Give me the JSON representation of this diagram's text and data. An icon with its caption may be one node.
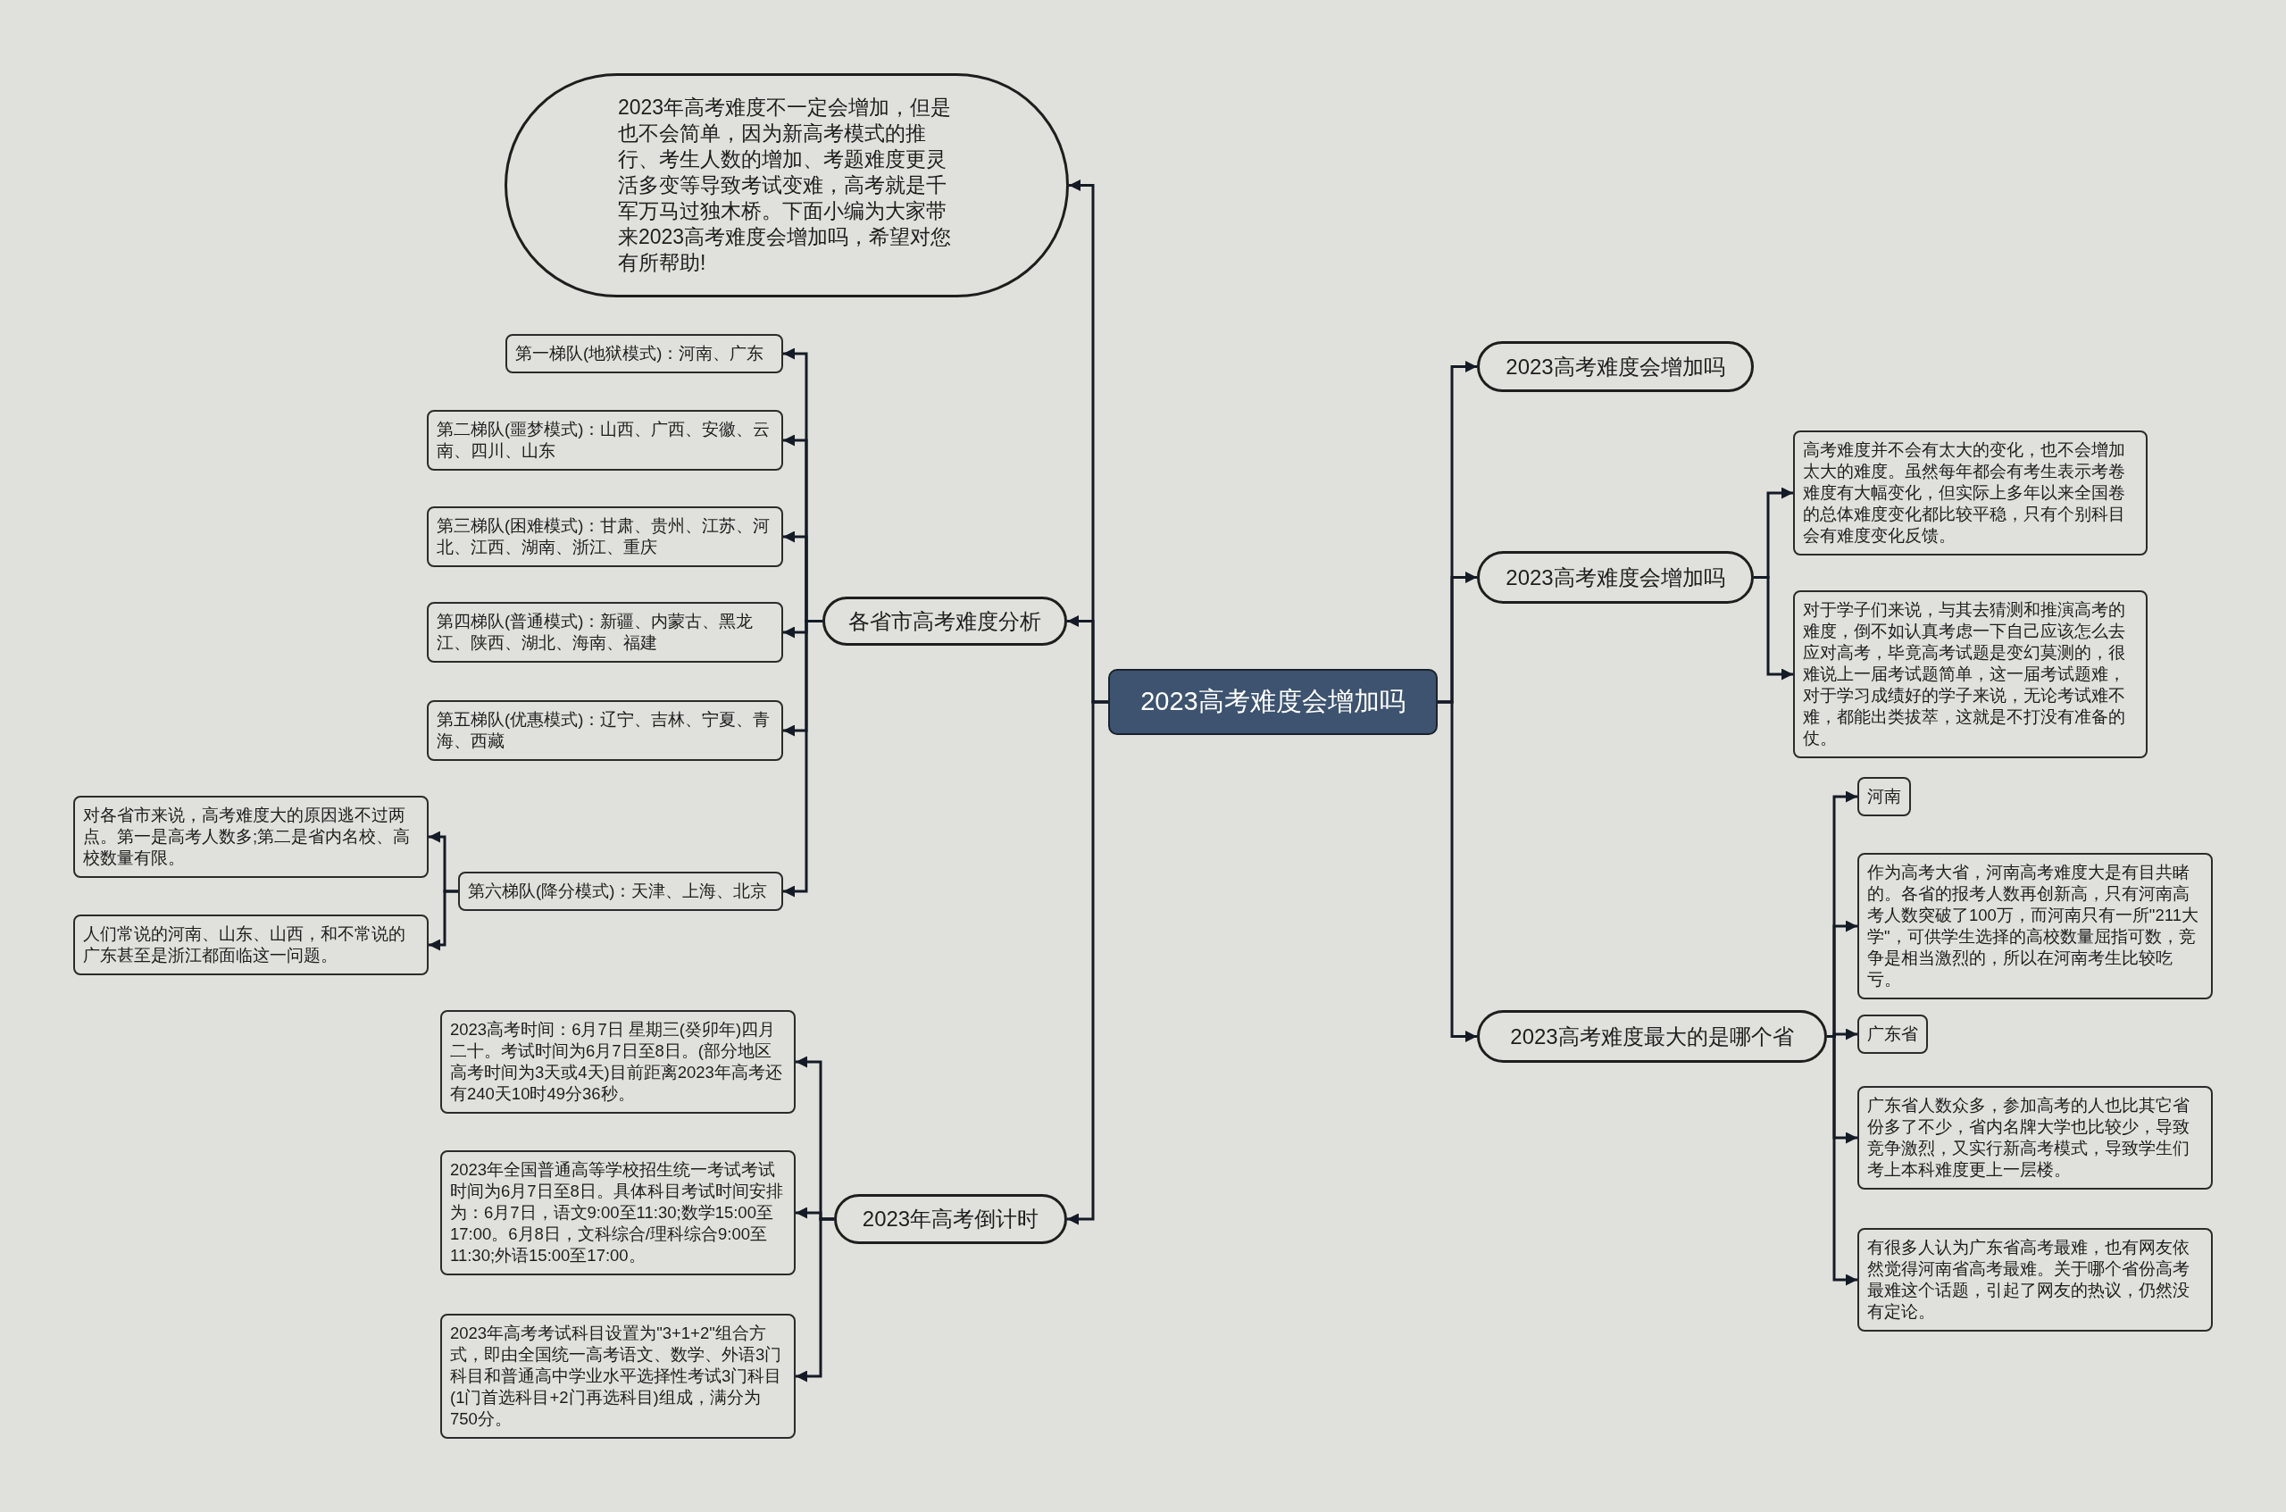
{
  "diagram": {
    "nodes": [
      {
        "text": [
          "2023高考难度会增加吗"
        ]
      },
      {
        "text": [
          "2023年高考难度不一定会增加，但是也不会简单，因为新高考模式的推行、考生人数的增加、考题难度更灵活多变等导致考试变难，高考就是千军万马过独木桥。下面小编为大家带来2023高考难度会增加吗，希望对您有所帮助!"
        ]
      },
      {
        "text": [
          "各省市高考难度分析"
        ]
      },
      {
        "text": [
          "第一梯队(地狱模式)：河南、广东"
        ]
      },
      {
        "text": [
          "第二梯队(噩梦模式)：山西、广西、安徽、云南、四川、山东"
        ]
      },
      {
        "text": [
          "第三梯队(困难模式)：甘肃、贵州、江苏、河北、江西、湖南、浙江、重庆"
        ]
      },
      {
        "text": [
          "第四梯队(普通模式)：新疆、内蒙古、黑龙江、陕西、湖北、海南、福建"
        ]
      },
      {
        "text": [
          "第五梯队(优惠模式)：辽宁、吉林、宁夏、青海、西藏"
        ]
      },
      {
        "text": [
          "第六梯队(降分模式)：天津、上海、北京"
        ]
      },
      {
        "text": [
          "对各省市来说，高考难度大的原因逃不过两点。第一是高考人数多;第二是省内名校、高校数量有限。"
        ]
      },
      {
        "text": [
          "人们常说的河南、山东、山西，和不常说的广东甚至是浙江都面临这一问题。"
        ]
      },
      {
        "text": [
          "2023年高考倒计时"
        ]
      },
      {
        "text": [
          "2023高考时间：6月7日 星期三(癸卯年)四月二十。考试时间为6月7日至8日。(部分地区高考时间为3天或4天)目前距离2023年高考还有240天10时49分36秒。"
        ]
      },
      {
        "text": [
          "2023年全国普通高等学校招生统一考试考试时间为6月7日至8日。具体科目考试时间安排为：6月7日，语文9:00至11:30;数学15:00至17:00。6月8日，文科综合/理科综合9:00至11:30;外语15:00至17:00。"
        ]
      },
      {
        "text": [
          "2023年高考考试科目设置为\"3+1+2\"组合方式，即由全国统一高考语文、数学、外语3门科目和普通高中学业水平选择性考试3门科目(1门首选科目+2门再选科目)组成，满分为750分。"
        ]
      },
      {
        "text": [
          "2023高考难度会增加吗"
        ]
      },
      {
        "text": [
          "2023高考难度会增加吗"
        ]
      },
      {
        "text": [
          "高考难度并不会有太大的变化，也不会增加太大的难度。虽然每年都会有考生表示考卷难度有大幅变化，但实际上多年以来全国卷的总体难度变化都比较平稳，只有个别科目会有难度变化反馈。"
        ]
      },
      {
        "text": [
          "对于学子们来说，与其去猜测和推演高考的难度，倒不如认真考虑一下自己应该怎么去应对高考，毕竟高考试题是变幻莫测的，很难说上一届考试题简单，这一届考试题难，对于学习成绩好的学子来说，无论考试难不难，都能出类拔萃，这就是不打没有准备的仗。"
        ]
      },
      {
        "text": [
          "2023高考难度最大的是哪个省"
        ]
      },
      {
        "text": [
          "河南"
        ]
      },
      {
        "text": [
          "作为高考大省，河南高考难度大是有目共睹的。各省的报考人数再创新高，只有河南高考人数突破了100万，而河南只有一所\"211大学\"，可供学生选择的高校数量屈指可数，竞争是相当激烈的，所以在河南考生比较吃亏。"
        ]
      },
      {
        "text": [
          "广东省"
        ]
      },
      {
        "text": [
          "广东省人数众多，参加高考的人也比其它省份多了不少，省内名牌大学也比较少，导致竞争激烈，又实行新高考模式，导致学生们考上本科难度更上一层楼。"
        ]
      },
      {
        "text": [
          "有很多人认为广东省高考最难，也有网友依然觉得河南省高考最难。关于哪个省份高考最难这个话题，引起了网友的热议，仍然没有定论。"
        ]
      }
    ],
    "edges": [
      {
        "from": 0,
        "to": 1,
        "arrow": "to"
      },
      {
        "from": 0,
        "to": 2,
        "arrow": "to"
      },
      {
        "from": 2,
        "to": 3,
        "arrow": "to"
      },
      {
        "from": 2,
        "to": 4,
        "arrow": "to"
      },
      {
        "from": 2,
        "to": 5,
        "arrow": "to"
      },
      {
        "from": 2,
        "to": 6,
        "arrow": "to"
      },
      {
        "from": 2,
        "to": 7,
        "arrow": "to"
      },
      {
        "from": 2,
        "to": 8,
        "arrow": "to"
      },
      {
        "from": 8,
        "to": 9,
        "arrow": "to"
      },
      {
        "from": 8,
        "to": 10,
        "arrow": "to"
      },
      {
        "from": 0,
        "to": 11,
        "arrow": "to"
      },
      {
        "from": 11,
        "to": 12,
        "arrow": "to"
      },
      {
        "from": 11,
        "to": 13,
        "arrow": "to"
      },
      {
        "from": 11,
        "to": 14,
        "arrow": "to"
      },
      {
        "from": 0,
        "to": 15,
        "arrow": "to"
      },
      {
        "from": 0,
        "to": 16,
        "arrow": "to"
      },
      {
        "from": 16,
        "to": 17,
        "arrow": "to"
      },
      {
        "from": 16,
        "to": 18,
        "arrow": "to"
      },
      {
        "from": 0,
        "to": 19,
        "arrow": "to"
      },
      {
        "from": 19,
        "to": 20,
        "arrow": "to"
      },
      {
        "from": 19,
        "to": 21,
        "arrow": "to"
      },
      {
        "from": 19,
        "to": 22,
        "arrow": "to"
      },
      {
        "from": 19,
        "to": 23,
        "arrow": "to"
      },
      {
        "from": 19,
        "to": 24,
        "arrow": "to"
      }
    ]
  }
}
